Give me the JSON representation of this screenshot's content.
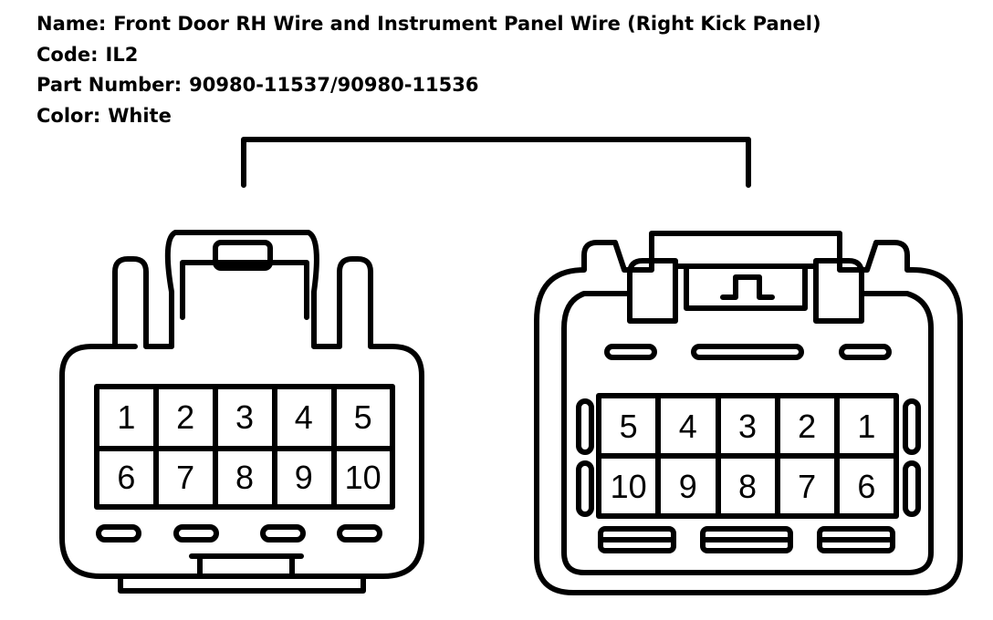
{
  "header": {
    "name_label": "Name:",
    "name_value": "Front Door RH Wire and Instrument Panel Wire (Right Kick Panel)",
    "code_label": "Code:",
    "code_value": "IL2",
    "part_label": "Part Number:",
    "part_value": "90980-11537/90980-11536",
    "color_label": "Color:",
    "color_value": "White"
  },
  "left_connector": {
    "pins_row1": [
      "1",
      "2",
      "3",
      "4",
      "5"
    ],
    "pins_row2": [
      "6",
      "7",
      "8",
      "9",
      "10"
    ]
  },
  "right_connector": {
    "pins_row1": [
      "5",
      "4",
      "3",
      "2",
      "1"
    ],
    "pins_row2": [
      "10",
      "9",
      "8",
      "7",
      "6"
    ]
  },
  "colors": {
    "line": "#000000",
    "background": "#ffffff"
  }
}
